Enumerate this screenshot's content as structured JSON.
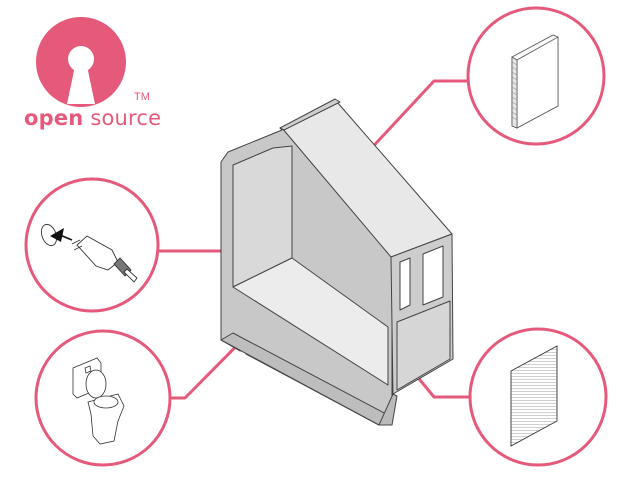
{
  "logo": {
    "word1": "open",
    "word2": "source",
    "trademark": "TM",
    "color": "#e55a7a"
  },
  "colors": {
    "accent": "#e55a7a",
    "panel_light": "#ebebeb",
    "panel_mid": "#d9d9d9",
    "panel_dark": "#bdbdbd",
    "outline": "#444444"
  },
  "callouts": [
    {
      "id": "insulation-panel",
      "icon": "insulation-panel-icon",
      "target": "roof-panel"
    },
    {
      "id": "electrical-plug",
      "icon": "electrical-plug-icon",
      "target": "left-wall"
    },
    {
      "id": "toilet",
      "icon": "toilet-icon",
      "target": "floor"
    },
    {
      "id": "cladding-sheet",
      "icon": "cladding-sheet-icon",
      "target": "front-lower-panel"
    }
  ]
}
